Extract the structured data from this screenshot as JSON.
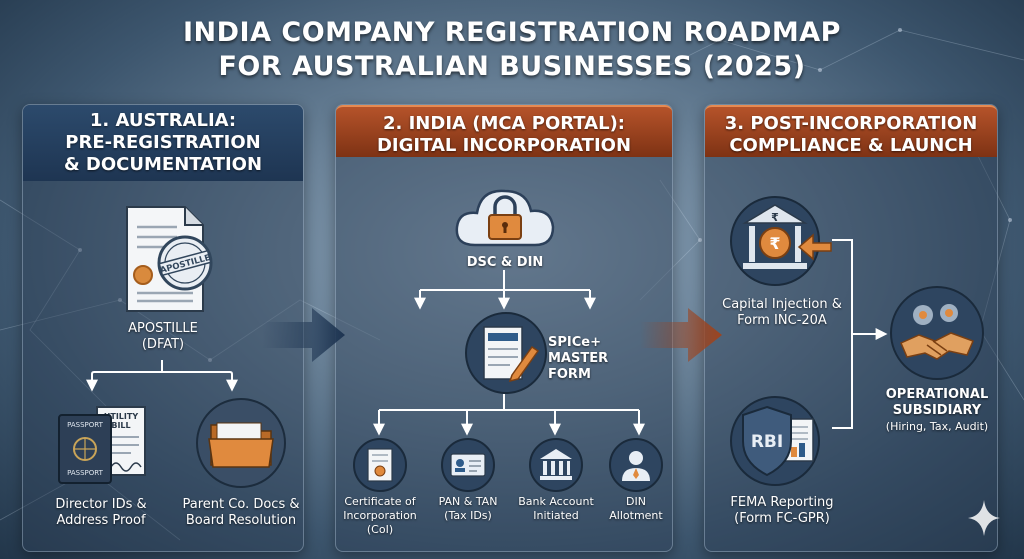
{
  "title": {
    "line1": "INDIA COMPANY REGISTRATION ROADMAP",
    "line2": "FOR AUSTRALIAN BUSINESSES (2025)"
  },
  "panel1": {
    "header": [
      "1. AUSTRALIA:",
      "PRE-REGISTRATION",
      "& DOCUMENTATION"
    ],
    "apostille_stamp": "APOSTILLE",
    "apostille": [
      "APOSTILLE",
      "(DFAT)"
    ],
    "passport_text": "PASSPORT",
    "utility_text": [
      "UTILITY",
      "BILL"
    ],
    "director_ids": [
      "Director IDs &",
      "Address Proof"
    ],
    "parent_docs": [
      "Parent Co. Docs &",
      "Board Resolution"
    ]
  },
  "panel2": {
    "header": [
      "2. INDIA (MCA PORTAL):",
      "DIGITAL INCORPORATION"
    ],
    "dsc_din": "DSC & DIN",
    "spice": [
      "SPICe+",
      "MASTER",
      "FORM"
    ],
    "coi": [
      "Certificate of",
      "Incorporation",
      "(CoI)"
    ],
    "pan_tan": [
      "PAN & TAN",
      "(Tax IDs)"
    ],
    "bank": [
      "Bank Account",
      "Initiated"
    ],
    "din_allot": [
      "DIN",
      "Allotment"
    ]
  },
  "panel3": {
    "header": [
      "3. POST-INCORPORATION",
      "COMPLIANCE & LAUNCH"
    ],
    "capital": [
      "Capital Injection &",
      "Form INC-20A"
    ],
    "rbi_text": "RBI",
    "fema": [
      "FEMA Reporting",
      "(Form FC-GPR)"
    ],
    "operational": [
      "OPERATIONAL",
      "SUBSIDIARY",
      "(Hiring, Tax, Audit)"
    ]
  },
  "colors": {
    "navy": "#1e3552",
    "rust": "#9c4420",
    "connector": "#ffffff",
    "folder": "#e08a3e"
  },
  "icons": [
    "document-icon",
    "apostille-stamp-icon",
    "passport-icon",
    "utility-bill-icon",
    "folder-icon",
    "cloud-lock-icon",
    "form-pencil-icon",
    "certificate-icon",
    "id-card-icon",
    "bank-icon",
    "person-icon",
    "bank-rupee-icon",
    "rbi-shield-icon",
    "handshake-gears-icon",
    "sparkle-icon"
  ]
}
